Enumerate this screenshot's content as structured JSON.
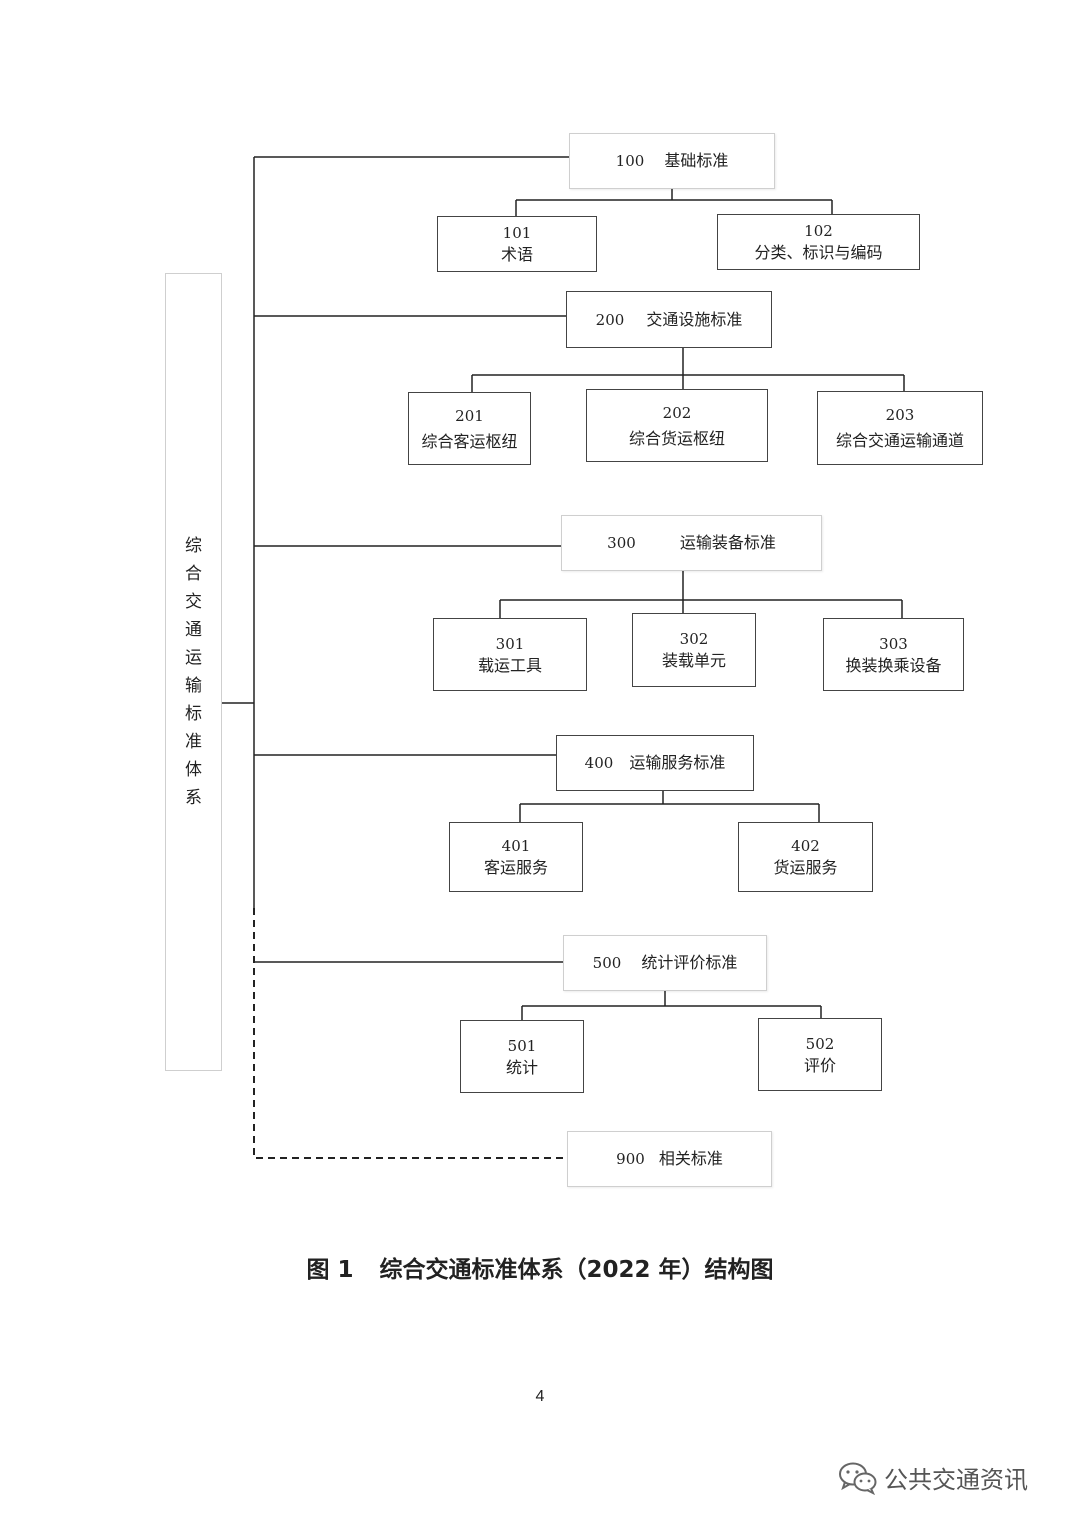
{
  "root": {
    "chars": [
      "综",
      "合",
      "交",
      "通",
      "运",
      "输",
      "标",
      "准",
      "体",
      "系"
    ]
  },
  "groups": {
    "g100": {
      "code": "100",
      "label": "基础标准"
    },
    "g200": {
      "code": "200",
      "label": "交通设施标准"
    },
    "g300": {
      "code": "300",
      "label": "运输装备标准"
    },
    "g400": {
      "code": "400",
      "label": "运输服务标准"
    },
    "g500": {
      "code": "500",
      "label": "统计评价标准"
    },
    "g900": {
      "code": "900",
      "label": "相关标准"
    }
  },
  "items": {
    "i101": {
      "code": "101",
      "label": "术语"
    },
    "i102": {
      "code": "102",
      "label": "分类、标识与编码"
    },
    "i201": {
      "code": "201",
      "label": "综合客运枢纽"
    },
    "i202": {
      "code": "202",
      "label": "综合货运枢纽"
    },
    "i203": {
      "code": "203",
      "label": "综合交通运输通道"
    },
    "i301": {
      "code": "301",
      "label": "载运工具"
    },
    "i302": {
      "code": "302",
      "label": "装载单元"
    },
    "i303": {
      "code": "303",
      "label": "换装换乘设备"
    },
    "i401": {
      "code": "401",
      "label": "客运服务"
    },
    "i402": {
      "code": "402",
      "label": "货运服务"
    },
    "i501": {
      "code": "501",
      "label": "统计"
    },
    "i502": {
      "code": "502",
      "label": "评价"
    }
  },
  "caption": {
    "figure": "图 1",
    "title": "综合交通标准体系（2022 年）结构图"
  },
  "page_number": "4",
  "watermark": {
    "text": "公共交通资讯",
    "icon": "wechat-icon"
  }
}
